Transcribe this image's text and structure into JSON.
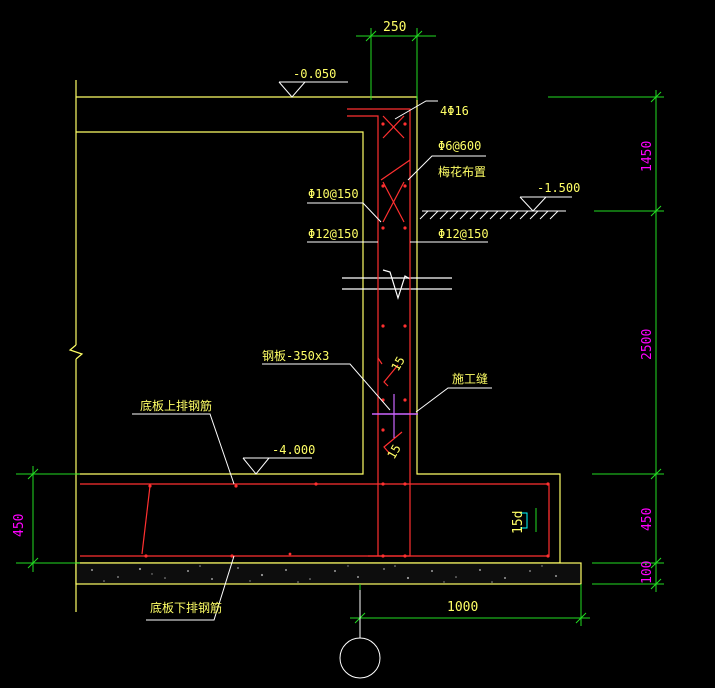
{
  "dimensions": {
    "top_width": "250",
    "right_top": "1450",
    "right_middle": "2500",
    "right_base": "450",
    "right_bottom": "100",
    "left_base": "450",
    "bottom_width": "1000",
    "hook_length": "15d"
  },
  "elevations": {
    "top": "-0.050",
    "ground": "-1.500",
    "slab_top": "-4.000"
  },
  "labels": {
    "top_bars": "4Φ16",
    "tie_bars": "Φ6@600",
    "tie_note": "梅花布置",
    "left_vertical": "Φ10@150",
    "left_horizontal": "Φ12@150",
    "right_horizontal": "Φ12@150",
    "steel_plate": "钢板-350x3",
    "construction_joint": "施工缝",
    "slab_top_bars": "底板上排钢筋",
    "slab_bottom_bars": "底板下排钢筋",
    "lap_upper": "15",
    "lap_lower": "15"
  },
  "colors": {
    "background": "#000000",
    "outline": "#ffff66",
    "rebar": "#ff3030",
    "leader": "#ffffff",
    "dimension_line": "#22dd22",
    "dimension_text": "#ff00ff",
    "plate": "#cc66ff",
    "cleat": "#00ffff"
  }
}
